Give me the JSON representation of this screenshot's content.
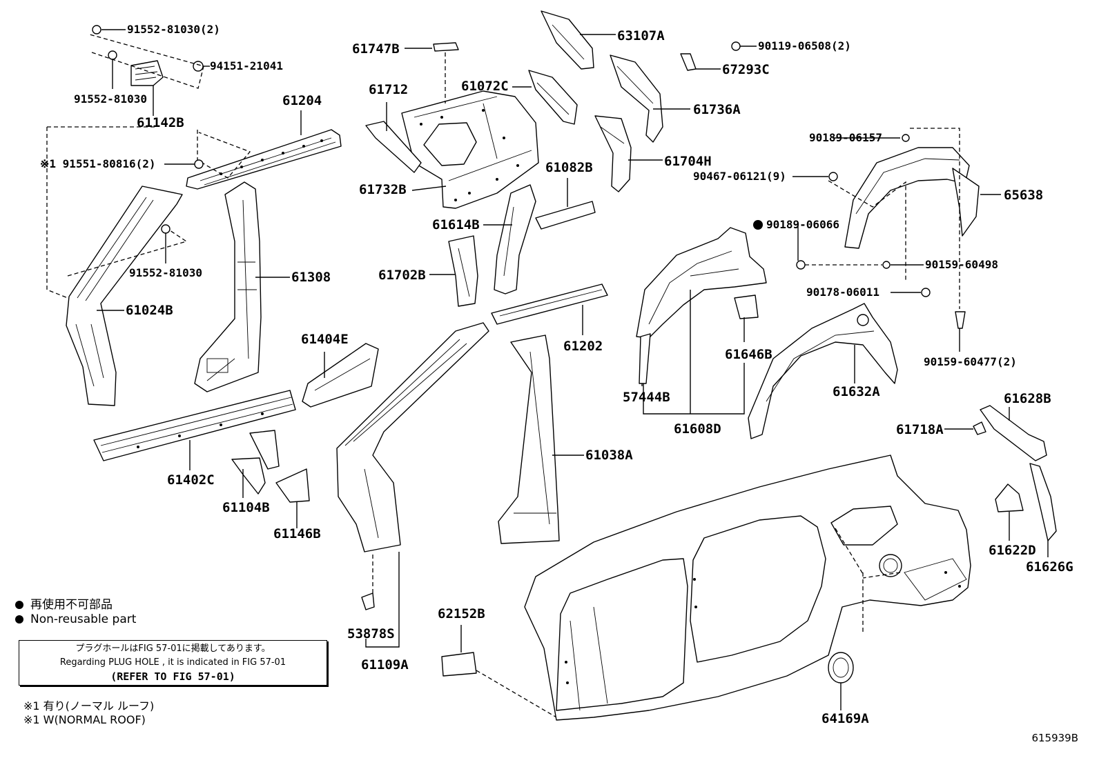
{
  "diagram": {
    "labels": [
      {
        "id": "p1",
        "text": "91552-81030(2)"
      },
      {
        "id": "p2",
        "text": "94151-21041"
      },
      {
        "id": "p3",
        "text": "91552-81030"
      },
      {
        "id": "p4",
        "text": "61142B"
      },
      {
        "id": "p5",
        "text": "61204"
      },
      {
        "id": "p6",
        "text": "※1 91551-80816(2)"
      },
      {
        "id": "p7",
        "text": "91552-81030"
      },
      {
        "id": "p8",
        "text": "61308"
      },
      {
        "id": "p9",
        "text": "61024B"
      },
      {
        "id": "p10",
        "text": "61747B"
      },
      {
        "id": "p11",
        "text": "61712"
      },
      {
        "id": "p12",
        "text": "61072C"
      },
      {
        "id": "p13",
        "text": "61732B"
      },
      {
        "id": "p14",
        "text": "63107A"
      },
      {
        "id": "p15",
        "text": "61736A"
      },
      {
        "id": "p16",
        "text": "61704H"
      },
      {
        "id": "p17",
        "text": "61082B"
      },
      {
        "id": "p18",
        "text": "61614B"
      },
      {
        "id": "p19",
        "text": "61702B"
      },
      {
        "id": "p20",
        "text": "61404E"
      },
      {
        "id": "p21",
        "text": "61402C"
      },
      {
        "id": "p22",
        "text": "61104B"
      },
      {
        "id": "p23",
        "text": "61146B"
      },
      {
        "id": "p24",
        "text": "61202"
      },
      {
        "id": "p25",
        "text": "61038A"
      },
      {
        "id": "p26",
        "text": "53878S"
      },
      {
        "id": "p27",
        "text": "61109A"
      },
      {
        "id": "p28",
        "text": "62152B"
      },
      {
        "id": "p29",
        "text": "90119-06508(2)"
      },
      {
        "id": "p30",
        "text": "67293C"
      },
      {
        "id": "p31",
        "text": "90189-06157"
      },
      {
        "id": "p32",
        "text": "90467-06121(9)"
      },
      {
        "id": "p33",
        "text": "65638"
      },
      {
        "id": "p34",
        "text": "90189-06066"
      },
      {
        "id": "p35",
        "text": "90159-60498"
      },
      {
        "id": "p36",
        "text": "90178-06011"
      },
      {
        "id": "p37",
        "text": "61646B"
      },
      {
        "id": "p38",
        "text": "57444B"
      },
      {
        "id": "p39",
        "text": "61608D"
      },
      {
        "id": "p40",
        "text": "61632A"
      },
      {
        "id": "p41",
        "text": "90159-60477(2)"
      },
      {
        "id": "p42",
        "text": "61628B"
      },
      {
        "id": "p43",
        "text": "61718A"
      },
      {
        "id": "p44",
        "text": "61622D"
      },
      {
        "id": "p45",
        "text": "61626G"
      },
      {
        "id": "p46",
        "text": "64169A"
      }
    ]
  },
  "legend": {
    "non_reusable_jp": "再使用不可部品",
    "non_reusable_en": "Non-reusable part"
  },
  "note": {
    "line1": "プラグホールはFIG 57-01に掲載してあります。",
    "line2": "Regarding PLUG HOLE , it is indicated in FIG 57-01",
    "line3": "(REFER TO FIG 57-01)"
  },
  "footnotes": {
    "jp": "※1 有り(ノーマル ルーフ)",
    "en": "※1 W(NORMAL ROOF)"
  },
  "figure_code": "615939B"
}
